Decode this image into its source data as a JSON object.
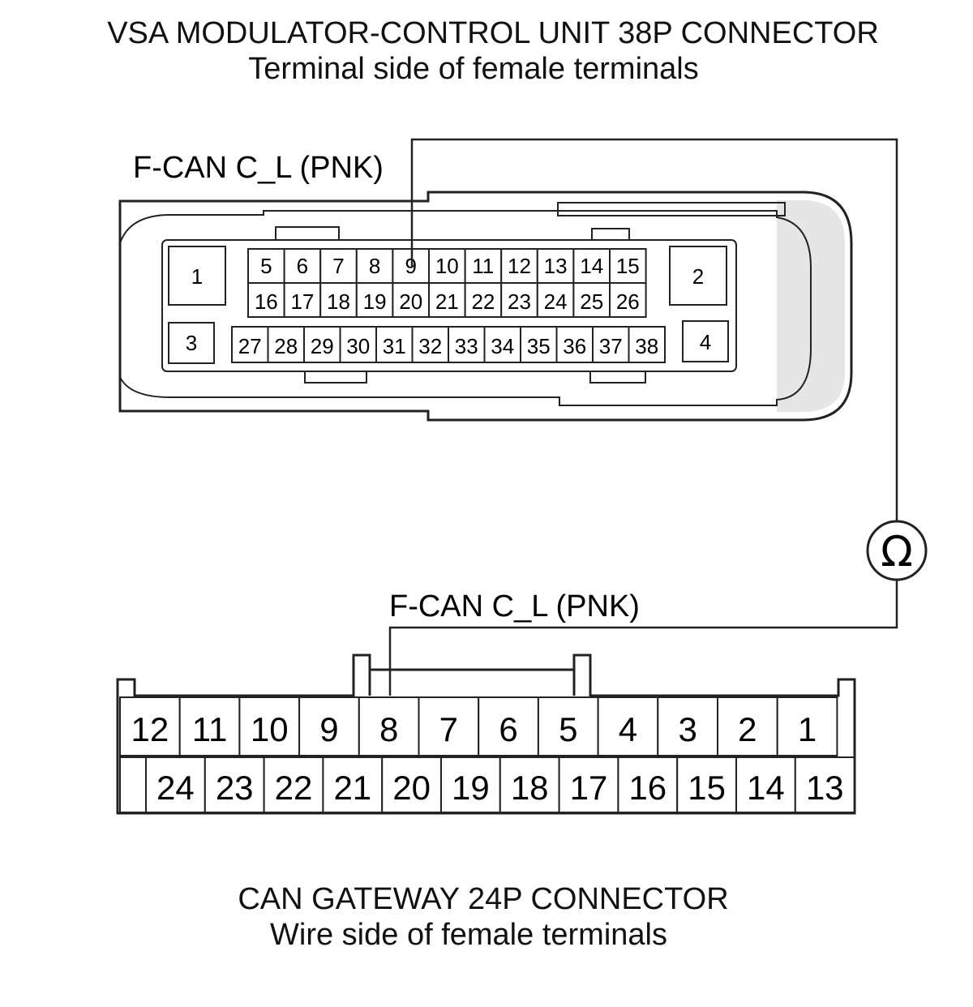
{
  "top_connector": {
    "title": "VSA MODULATOR-CONTROL UNIT 38P CONNECTOR",
    "subtitle": "Terminal side of female terminals",
    "wire_label": "F-CAN C_L (PNK)",
    "corner_pins": [
      "1",
      "2",
      "3",
      "4"
    ],
    "row1": [
      "5",
      "6",
      "7",
      "8",
      "9",
      "10",
      "11",
      "12",
      "13",
      "14",
      "15"
    ],
    "row2": [
      "16",
      "17",
      "18",
      "19",
      "20",
      "21",
      "22",
      "23",
      "24",
      "25",
      "26"
    ],
    "row3": [
      "27",
      "28",
      "29",
      "30",
      "31",
      "32",
      "33",
      "34",
      "35",
      "36",
      "37",
      "38"
    ]
  },
  "bottom_connector": {
    "title": "CAN GATEWAY 24P CONNECTOR",
    "subtitle": "Wire side of female terminals",
    "wire_label": "F-CAN C_L (PNK)",
    "row1": [
      "12",
      "11",
      "10",
      "9",
      "8",
      "7",
      "6",
      "5",
      "4",
      "3",
      "2",
      "1"
    ],
    "row2": [
      "24",
      "23",
      "22",
      "21",
      "20",
      "19",
      "18",
      "17",
      "16",
      "15",
      "14",
      "13"
    ]
  },
  "meter": {
    "symbol": "Ω"
  }
}
